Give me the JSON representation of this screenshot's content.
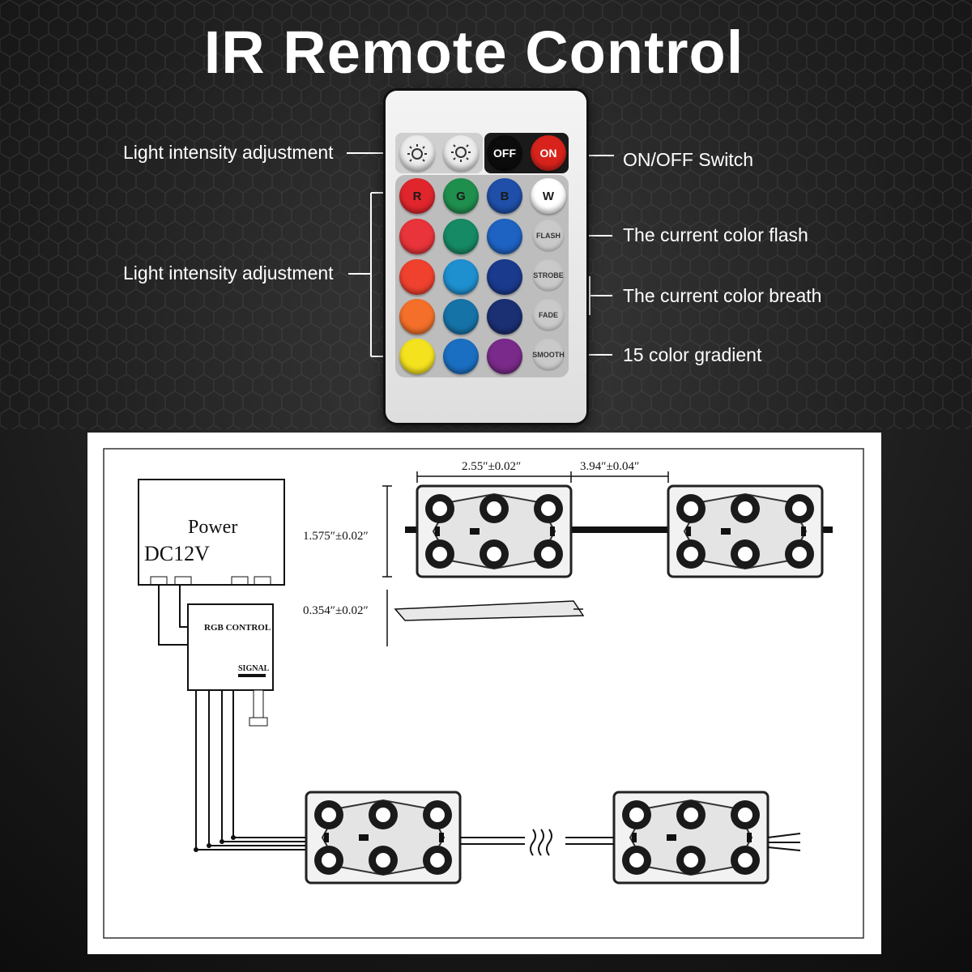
{
  "title": "IR Remote Control",
  "remote": {
    "top_left_buttons": [
      {
        "icon": "brightness-up-icon"
      },
      {
        "icon": "brightness-down-icon"
      }
    ],
    "off_label": "OFF",
    "on_label": "ON",
    "rgbw": [
      {
        "label": "R",
        "color": "#e0262c"
      },
      {
        "label": "G",
        "color": "#1f8f4e"
      },
      {
        "label": "B",
        "color": "#1f4fa8"
      },
      {
        "label": "W",
        "color": "#ffffff"
      }
    ],
    "color_grid": [
      [
        "#e8343a",
        "#168a64",
        "#1e62c2"
      ],
      [
        "#f0412e",
        "#1e8fcf",
        "#1a3a8e"
      ],
      [
        "#f4702a",
        "#1673a8",
        "#1b2f73"
      ],
      [
        "#f4e21f",
        "#1a6fc2",
        "#7a2a8a"
      ]
    ],
    "function_buttons": [
      "FLASH",
      "STROBE",
      "FADE",
      "SMOOTH"
    ]
  },
  "labels": {
    "left_top": "Light intensity adjustment",
    "left_mid": "Light intensity adjustment",
    "on_off": "ON/OFF Switch",
    "flash": "The current color flash",
    "breath": "The current color breath",
    "gradient": "15 color gradient"
  },
  "diagram": {
    "power_label": "Power",
    "voltage_label": "DC12V",
    "controller_label": "RGB CONTROL",
    "signal_label": "SIGNAL",
    "width_dim": "2.55″±0.02″",
    "spacing_dim": "3.94″±0.04″",
    "height_dim": "1.575″±0.02″",
    "thickness_dim": "0.354″±0.02″"
  },
  "colors": {
    "off_button": "#0c0c0c",
    "on_button": "#d8231c",
    "connector": "#ffffff"
  }
}
